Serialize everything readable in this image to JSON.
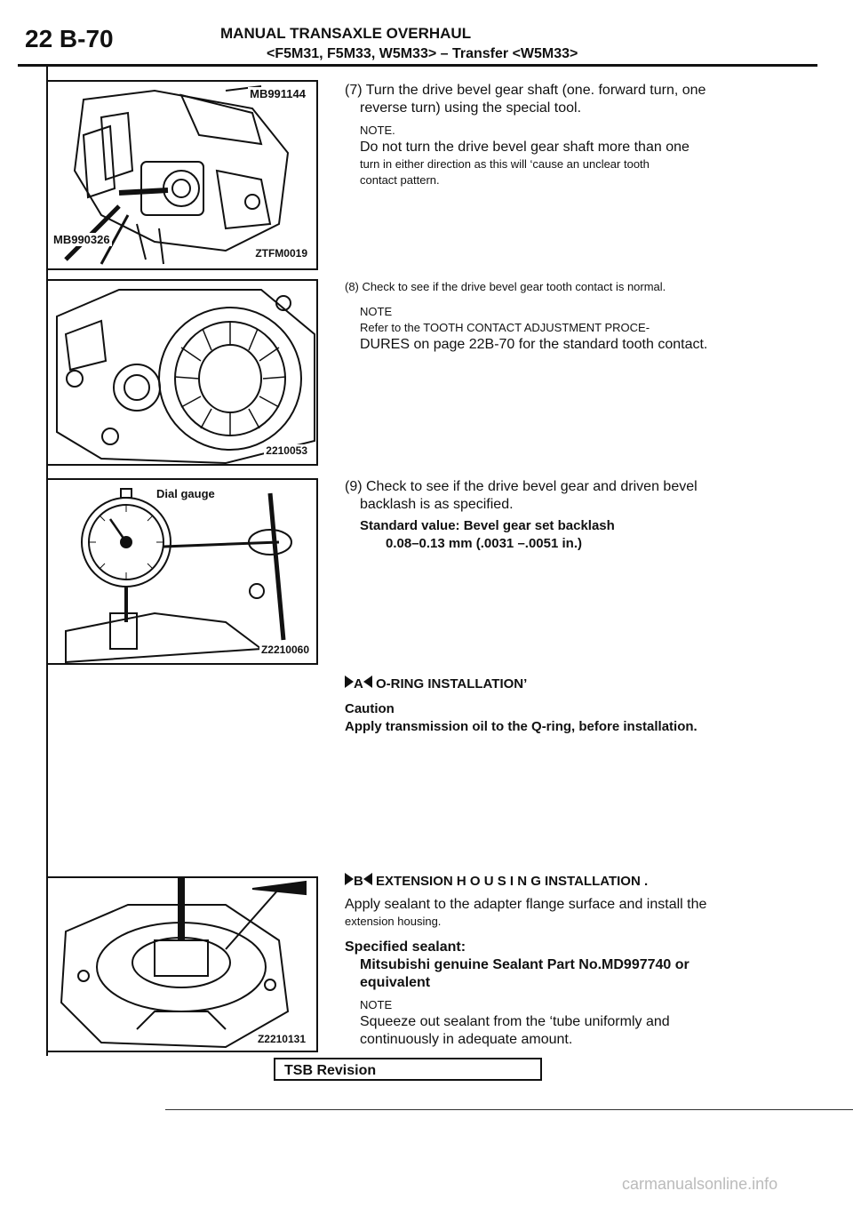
{
  "header": {
    "page_num": "22 B-70",
    "title": "MANUAL TRANSAXLE OVERHAUL",
    "subtitle": "<F5M31, F5M33, W5M33> – Transfer <W5M33>"
  },
  "figures": [
    {
      "labels": [
        "MB991144",
        "MB990326"
      ],
      "code": "ZTFM0019"
    },
    {
      "labels": [],
      "code": "2210053"
    },
    {
      "labels": [
        "Dial gauge"
      ],
      "code": "Z2210060"
    },
    {
      "labels": [],
      "code": "Z2210131"
    }
  ],
  "step7": {
    "line1": "(7) Turn the drive bevel gear shaft (one. forward turn, one",
    "line2": "reverse turn) using the special tool.",
    "note_label": "NOTE.",
    "note_line1": "Do not turn the drive bevel gear shaft more than one",
    "note_line2": "turn in either direction as this will ‘cause an unclear tooth",
    "note_line3": "contact pattern."
  },
  "step8": {
    "line1": "(8) Check to see if the drive bevel gear tooth contact is normal.",
    "note_label": "NOTE",
    "note_line1": "Refer to the TOOTH CONTACT ADJUSTMENT PROCE-",
    "note_line2": "DURES on page 22B-70 for the standard tooth contact."
  },
  "step9": {
    "line1": "(9) Check to see if the drive bevel gear and driven bevel",
    "line2": "backlash is as specified.",
    "std_line1": "Standard value: Bevel gear set backlash",
    "std_line2": "0.08–0.13 mm (.0031 –.0051 in.)"
  },
  "oring": {
    "marker": "A",
    "heading": "O-RING INSTALLATION’",
    "caution": "Caution",
    "text": "Apply transmission oil to the Q-ring, before installation."
  },
  "extension": {
    "marker": "B",
    "heading": "EXTENSION H O U S I N G INSTALLATION .",
    "line1": "Apply sealant to the adapter flange surface and install the",
    "line2": "extension housing.",
    "spec_label": "Specified sealant:",
    "spec_line1": "Mitsubishi genuine Sealant Part No.MD997740 or",
    "spec_line2": "equivalent",
    "note_label": "NOTE",
    "note_line1": "Squeeze out sealant from the ‘tube uniformly and",
    "note_line2": "continuously in adequate amount."
  },
  "footer": {
    "tsb": "TSB Revision",
    "watermark": "carmanualsonline.info"
  }
}
